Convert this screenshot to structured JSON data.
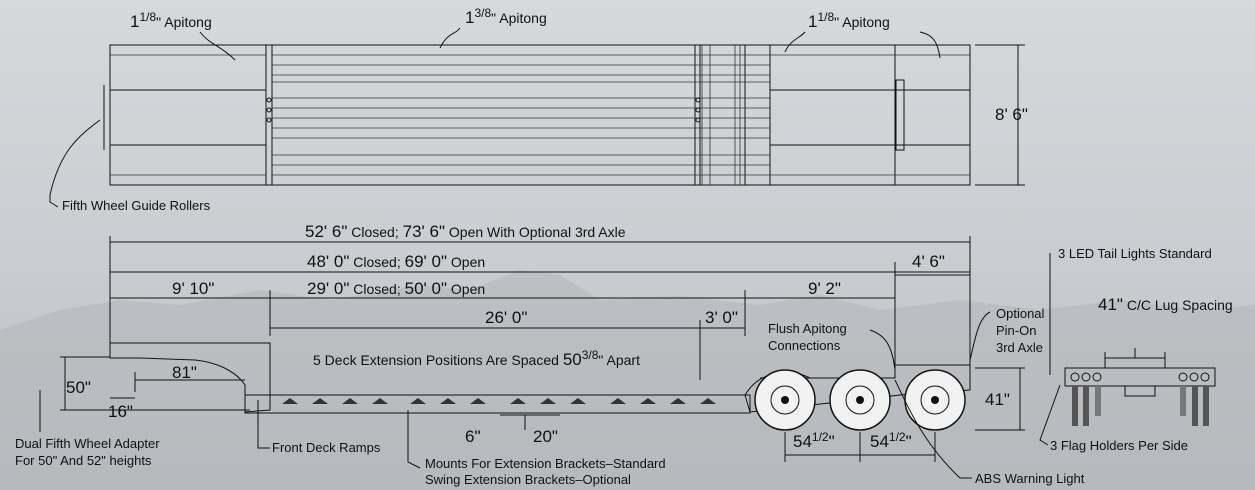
{
  "top_view": {
    "apitong_left": {
      "whole": "1",
      "frac": "1/8",
      "unit": "\" Apitong"
    },
    "apitong_center": {
      "whole": "1",
      "frac": "3/8",
      "unit": "\" Apitong"
    },
    "apitong_right": {
      "whole": "1",
      "frac": "1/8",
      "unit": "\" Apitong"
    },
    "width_dim": "8' 6\"",
    "guide_rollers": "Fifth Wheel Guide Rollers"
  },
  "side_view": {
    "overall": {
      "a": "52' 6\"",
      "b": " Closed; ",
      "c": "73' 6\"",
      "d": " Open With Optional 3rd Axle"
    },
    "deck": {
      "a": "48' 0\"",
      "b": " Closed; ",
      "c": "69' 0\"",
      "d": " Open"
    },
    "well": {
      "a": "29' 0\"",
      "b": " Closed; ",
      "c": "50' 0\"",
      "d": " Open"
    },
    "rear_overhang": "4' 6\"",
    "gooseneck": "9' 10\"",
    "rear_deck": "9' 2\"",
    "well_inner": "26' 0\"",
    "well_tail": "3' 0\"",
    "ext_positions": {
      "a": "5 Deck Extension Positions Are Spaced ",
      "whole": "50",
      "frac": "3/8",
      "c": "\" Apart"
    },
    "flush": "Flush Apitong Connections",
    "optional_axle": "Optional Pin-On 3rd Axle",
    "height_50": "50\"",
    "dim_81": "81\"",
    "dim_16": "16\"",
    "dim_6": "6\"",
    "dim_20": "20\"",
    "axle_spacing_1": {
      "whole": "54",
      "frac": "1/2",
      "unit": "\""
    },
    "axle_spacing_2": {
      "whole": "54",
      "frac": "1/2",
      "unit": "\""
    },
    "deck_height_41": "41\"",
    "dual_adapter_line1": "Dual Fifth Wheel Adapter",
    "dual_adapter_line2": "For 50\" And 52\" heights",
    "front_ramps": "Front Deck Ramps",
    "mounts_line1": "Mounts For Extension Brackets–Standard",
    "mounts_line2": "Swing Extension Brackets–Optional",
    "abs": "ABS Warning Light"
  },
  "rear_view": {
    "tail_lights": "3 LED Tail Lights Standard",
    "lug": {
      "a": "41\"",
      "b": " C/C Lug Spacing"
    },
    "flag_holders": "3 Flag Holders Per Side"
  }
}
